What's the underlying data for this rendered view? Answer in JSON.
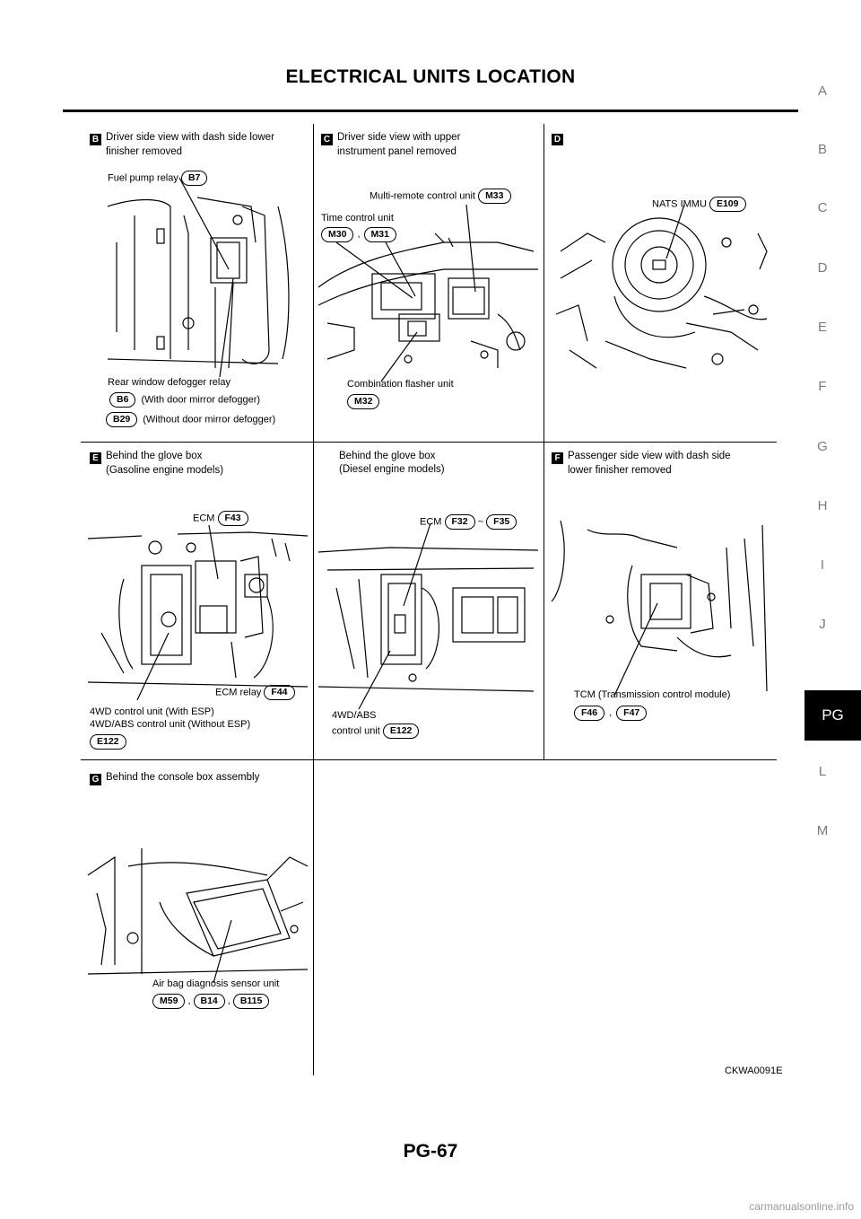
{
  "header": {
    "title": "ELECTRICAL UNITS LOCATION"
  },
  "side_index": {
    "letters": [
      "A",
      "B",
      "C",
      "D",
      "E",
      "F",
      "G",
      "H",
      "I",
      "J",
      "L",
      "M"
    ],
    "active": "PG"
  },
  "panels": {
    "b": {
      "badge": "B",
      "line1": "Driver side view with dash side lower",
      "line2": "finisher removed",
      "fuel_relay": "Fuel pump relay",
      "fuel_conn": "B7",
      "rear_relay": "Rear window defogger relay",
      "conn1": "B6",
      "note1": "(With door mirror defogger)",
      "conn2": "B29",
      "note2": "(Without door mirror defogger)"
    },
    "c": {
      "badge": "C",
      "line1": "Driver side view with upper",
      "line2": "instrument panel removed",
      "multi_remote": "Multi-remote control unit",
      "multi_conn": "M33",
      "time_control": "Time control unit",
      "time_conn1": "M30",
      "time_conn2": "M31",
      "flasher": "Combination flasher unit",
      "flasher_conn": "M32"
    },
    "d": {
      "badge": "D",
      "nats": "NATS IMMU",
      "nats_conn": "E109"
    },
    "e": {
      "badge": "E",
      "line1": "Behind the glove box",
      "line2": "(Gasoline engine models)",
      "ecm": "ECM",
      "ecm_conn": "F43",
      "ecm_relay": "ECM relay",
      "relay_conn": "F44",
      "fwd1": "4WD control unit (With ESP)",
      "fwd2": "4WD/ABS control unit (Without ESP)",
      "fwd_conn": "E122"
    },
    "e2": {
      "line1": "Behind the glove box",
      "line2": "(Diesel engine models)",
      "ecm": "ECM",
      "ecm_conn1": "F32",
      "tilde": "~",
      "ecm_conn2": "F35",
      "abs1": "4WD/ABS",
      "abs2": "control unit",
      "abs_conn": "E122"
    },
    "f": {
      "badge": "F",
      "line1": "Passenger side view with dash side",
      "line2": "lower finisher removed",
      "tcm": "TCM (Transmission control module)",
      "tcm_conn1": "F46",
      "tcm_conn2": "F47"
    },
    "g": {
      "badge": "G",
      "line1": "Behind the console box assembly",
      "airbag": "Air bag diagnosis sensor unit",
      "conn1": "M59",
      "conn2": "B14",
      "conn3": "B115"
    }
  },
  "comma": ",",
  "figure_code": "CKWA0091E",
  "footer": {
    "page": "PG-67"
  },
  "watermark": "carmanualsonline.info"
}
